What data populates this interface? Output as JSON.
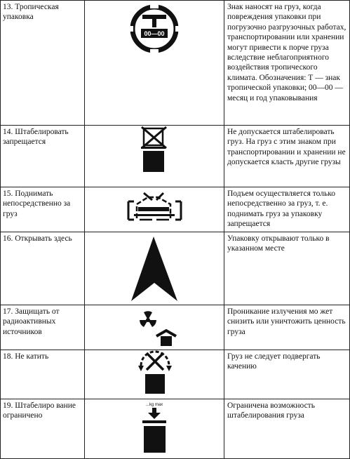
{
  "rows": [
    {
      "name": "13. Тропическая упаковка",
      "icon": "tropical-packaging-icon",
      "icon_labels": {
        "top": "Т",
        "bottom": "00—00"
      },
      "description": "Знак наносят на груз, когда повреждения упаковки при погрузочно разгрузочных работах, транспортировании или хранении могут привести к порче груза вследствие неблагоприятного воздействия тропического климата. Обозначения: Т — знак тропической упаковки; 00—00 — месяц и год упаковывания"
    },
    {
      "name": "14. Штабелировать запрещается",
      "icon": "no-stacking-icon",
      "description": "Не допускается штабелировать груз. На груз с этим знаком при транспортировании и хранении не допускается класть другие грузы"
    },
    {
      "name": "15. Поднимать непосредственно за груз",
      "icon": "lift-by-cargo-icon",
      "description": "Подъем осуществляется только непосредственно за груз, т. е. поднимать груз за упаковку запрещается"
    },
    {
      "name": "16. Открывать здесь",
      "icon": "open-here-arrow-icon",
      "description": "Упаковку открывают только в указанном месте"
    },
    {
      "name": "17. Защищать от радиоактивных источников",
      "icon": "radiation-protection-icon",
      "description": "Проникание излучения мо жет снизить или уничтожить ценность груза"
    },
    {
      "name": "18. Не катить",
      "icon": "do-not-roll-icon",
      "description": "Груз не следует подвергать качению"
    },
    {
      "name": "19. Штабелиро вание ограничено",
      "icon": "stacking-limit-icon",
      "icon_labels": {
        "top": "...kg max"
      },
      "description": "Ограничена возможность штабелирования груза"
    }
  ]
}
